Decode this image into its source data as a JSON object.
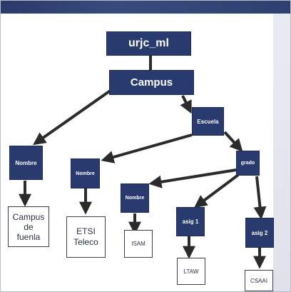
{
  "title": "urjc_ml",
  "nodes": {
    "campus": "Campus",
    "escuela": "Escuela",
    "nombre_left": "Nombre",
    "grado": "grado",
    "nombre_mid": "Nombre",
    "nombre_isam": "Nombre",
    "asig1": "asig 1",
    "asig2": "asig 2",
    "campus_fuenla": "Campus\nde\nfuenla",
    "etsi": "ETSI\nTeleco",
    "isam": "ISAM",
    "ltaw": "LTAW",
    "csaai": "CSAAI"
  },
  "colors": {
    "node_fill": "#283a6e",
    "arrow": "#2b2b2b",
    "leaf_border": "#3a4050"
  }
}
